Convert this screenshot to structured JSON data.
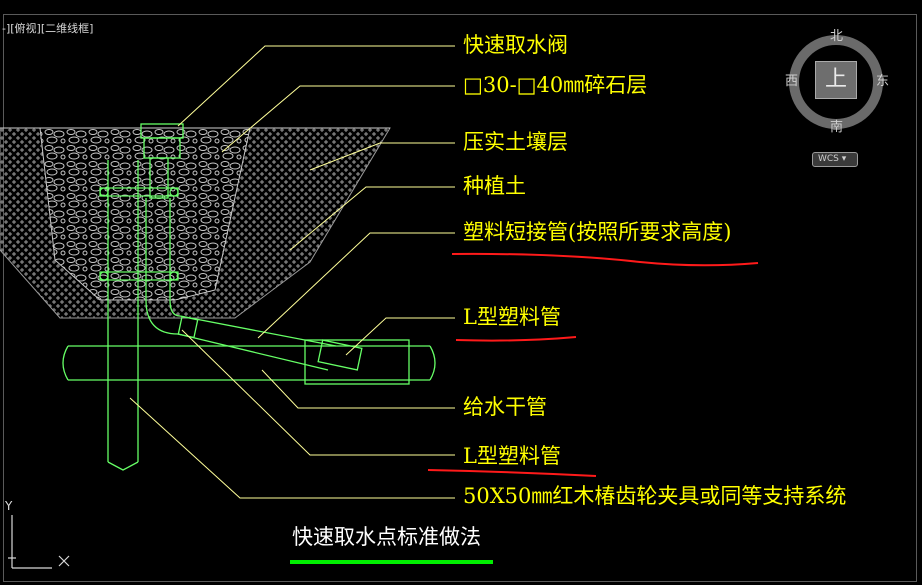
{
  "viewport": {
    "label": "-][俯视][二维线框]"
  },
  "labels": [
    "快速取水阀",
    "□30-□40㎜碎石层",
    "压实土壤层",
    "种植土",
    "塑料短接管(按照所要求高度)",
    "L型塑料管",
    "给水干管",
    "L型塑料管",
    "50X50㎜红木椿齿轮夹具或同等支持系统"
  ],
  "title": "快速取水点标准做法",
  "viewcube": {
    "north": "北",
    "south": "南",
    "east": "东",
    "west": "西",
    "top": "上",
    "wcs": "WCS"
  },
  "ucs": {
    "y": "Y",
    "x": "X"
  },
  "colors": {
    "background": "#000000",
    "drawing_lines": "#66ff66",
    "leader_lines": "#ffff99",
    "labels": "#ffff00",
    "markup_red": "#ff1a1a",
    "title_underline": "#00ee00",
    "hatch": "#9a9a9a"
  }
}
